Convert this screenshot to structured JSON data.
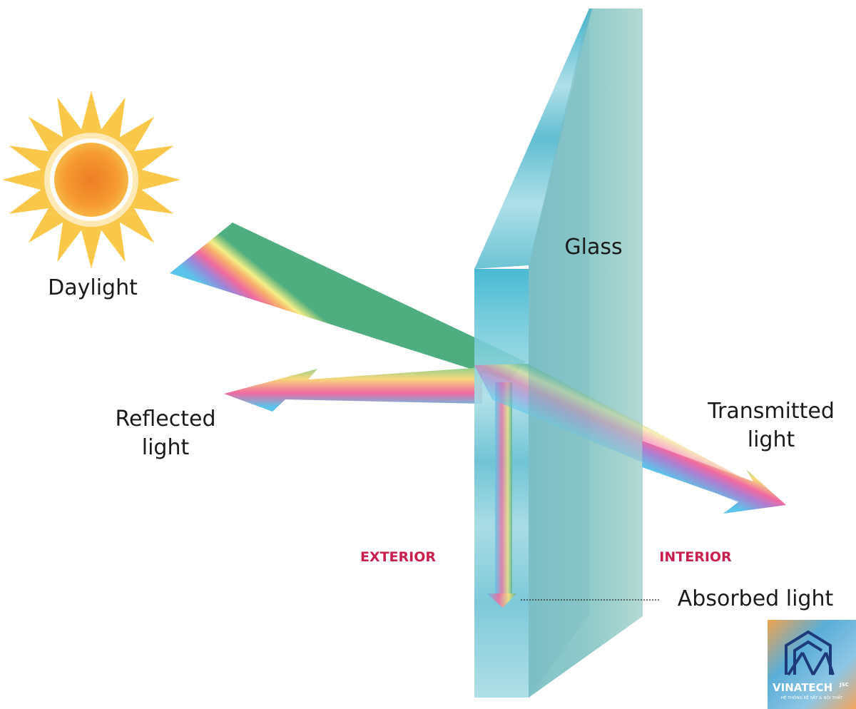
{
  "labels": {
    "daylight": "Daylight",
    "glass": "Glass",
    "reflected_line1": "Reflected",
    "reflected_line2": "light",
    "transmitted_line1": "Transmitted",
    "transmitted_line2": "light",
    "absorbed": "Absorbed light",
    "exterior": "EXTERIOR",
    "interior": "INTERIOR"
  },
  "logo": {
    "name": "VINATECH",
    "suffix": "JSC",
    "tagline": "HỆ THỐNG KỆ SẮT & NỘI THẤT"
  },
  "colors": {
    "label_accent": "#c91f4e",
    "glass": "#7cc4d2",
    "sun": "#f39a2b"
  }
}
